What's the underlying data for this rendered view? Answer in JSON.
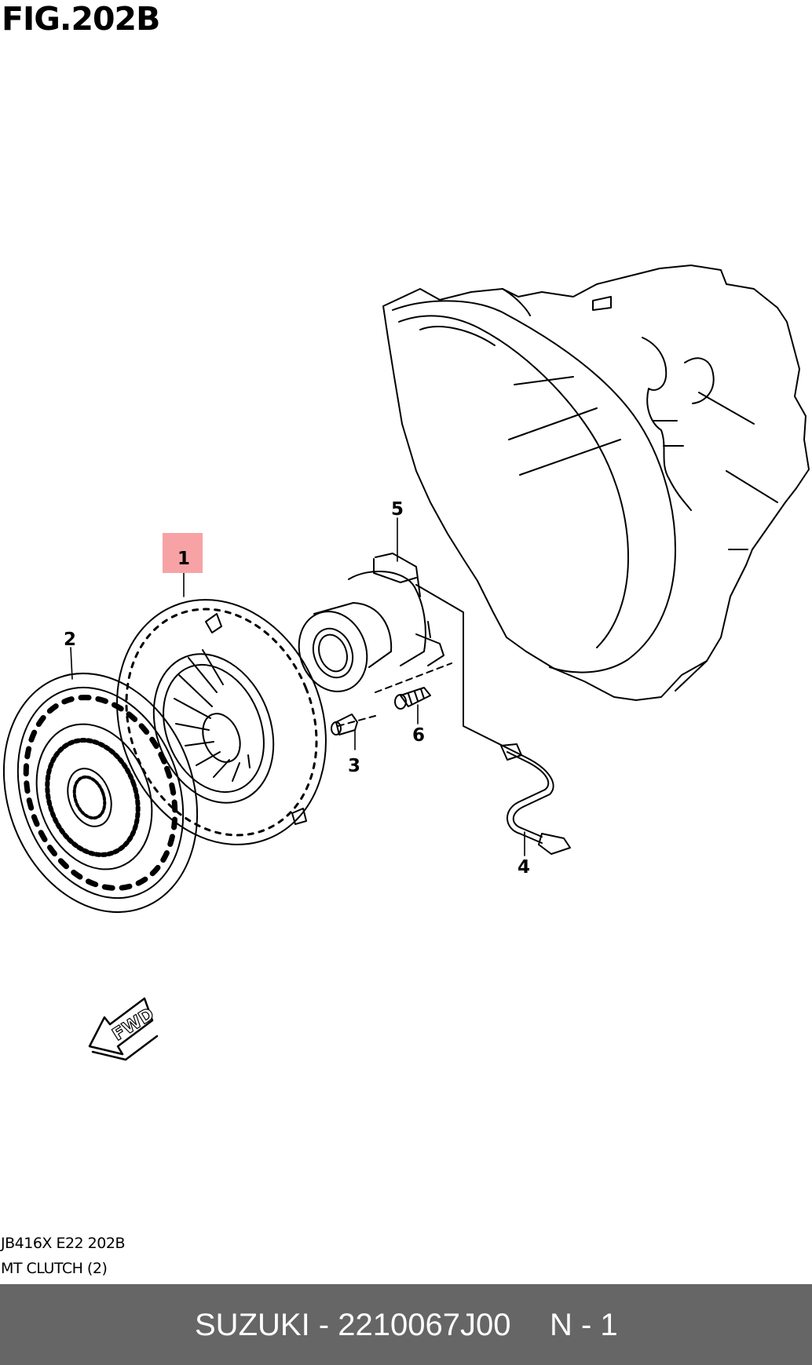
{
  "figure": {
    "title": "FIG.202B",
    "callouts": [
      "1",
      "2",
      "3",
      "4",
      "5",
      "6"
    ],
    "highlight_color": "#f7a3a6",
    "fwd_label": "FWD"
  },
  "caption": {
    "code": "JB416X E22 202B",
    "name": "MT CLUTCH (2)"
  },
  "footer": {
    "part": "SUZUKI - 2210067J00",
    "page": "N - 1",
    "background": "#666666"
  }
}
